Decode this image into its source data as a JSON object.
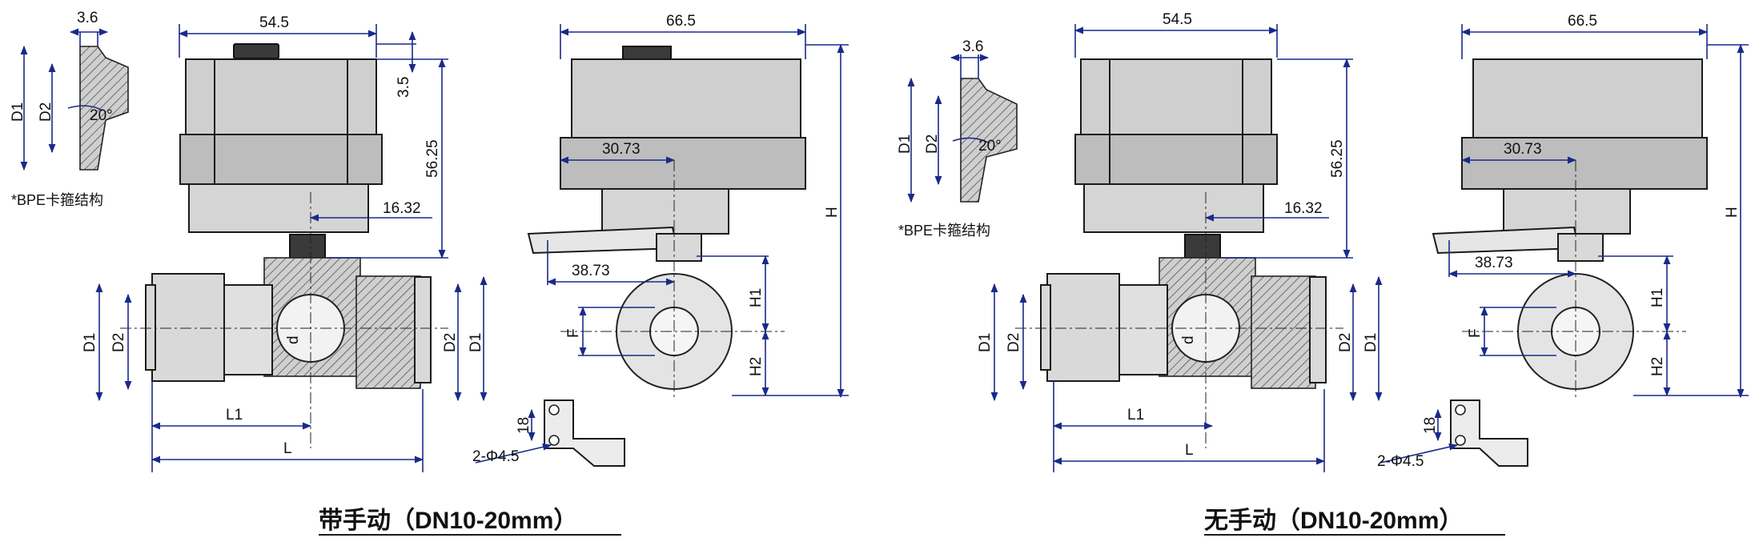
{
  "panels": [
    {
      "caption": "带手动（DN10-20mm）",
      "clamp_note": "*BPE卡箍结构",
      "dims": {
        "flange_thickness": "3.6",
        "width": "54.5",
        "depth": "66.5",
        "cap_height": "3.5",
        "actuator_height": "56.25",
        "offset_front": "16.32",
        "offset_side_top": "30.73",
        "offset_side_low": "38.73",
        "angle": "20°",
        "H": "H",
        "H1": "H1",
        "H2": "H2",
        "F": "F",
        "d": "d",
        "D1": "D1",
        "D2": "D2",
        "L": "L",
        "L1": "L1",
        "bracket_height": "18",
        "bracket_holes": "2-Φ4.5"
      }
    },
    {
      "caption": "无手动（DN10-20mm）",
      "clamp_note": "*BPE卡箍结构",
      "dims": {
        "flange_thickness": "3.6",
        "width": "54.5",
        "depth": "66.5",
        "actuator_height": "56.25",
        "offset_front": "16.32",
        "offset_side_top": "30.73",
        "offset_side_low": "38.73",
        "angle": "20°",
        "H": "H",
        "H1": "H1",
        "H2": "H2",
        "F": "F",
        "d": "d",
        "D1": "D1",
        "D2": "D2",
        "L": "L",
        "L1": "L1",
        "bracket_height": "18",
        "bracket_holes": "2-Φ4.5"
      }
    }
  ]
}
